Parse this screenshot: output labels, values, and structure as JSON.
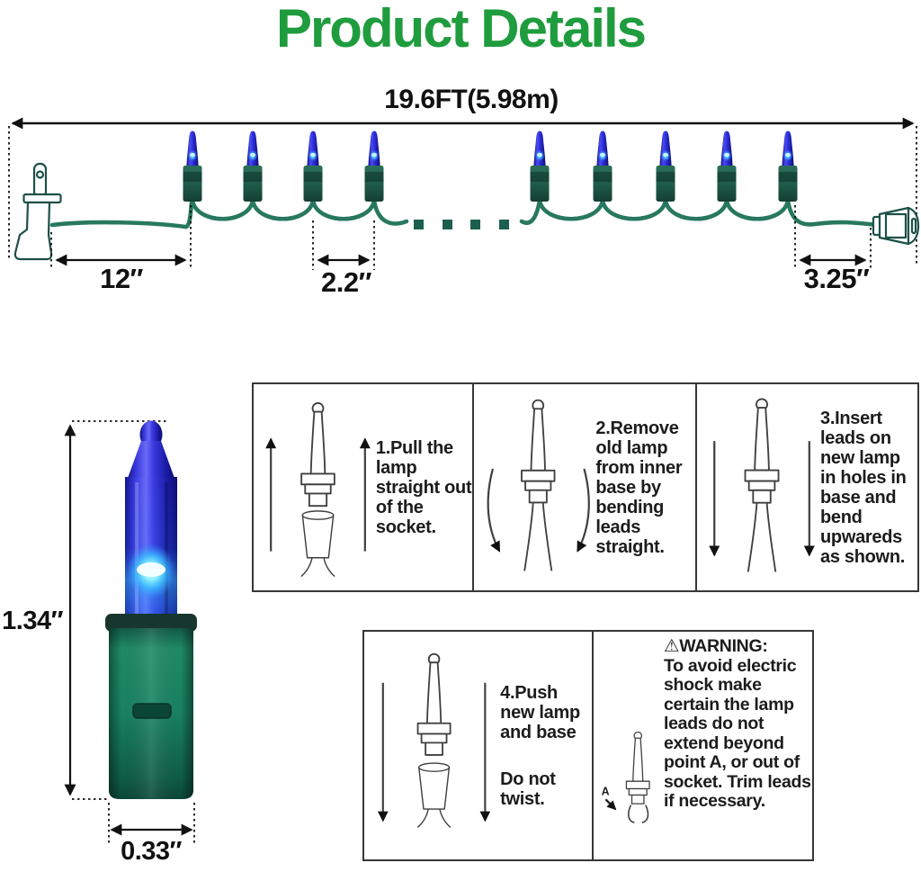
{
  "title": "Product Details",
  "diagram": {
    "total_length": "19.6FT(5.98m)",
    "plug_to_first_bulb": "12″",
    "bulb_spacing": "2.2″",
    "last_bulb_to_end": "3.25″"
  },
  "bulb_detail": {
    "height": "1.34″",
    "width": "0.33″"
  },
  "steps": [
    {
      "text": "1.Pull the lamp straight out of the socket."
    },
    {
      "text": "2.Remove old lamp from inner base by bending leads straight."
    },
    {
      "text": "3.Insert leads on new lamp in holes in base and bend upwareds as shown."
    },
    {
      "text": "4.Push new lamp and base",
      "text2": "Do not twist."
    }
  ],
  "warning": {
    "icon": "⚠",
    "title": "WARNING:",
    "body": "To avoid electric shock make certain the lamp leads do not extend beyond point A, or out of socket. Trim leads if necessary.",
    "point_label": "A"
  },
  "colors": {
    "title_green": "#1f9c3d",
    "wire_green": "#27785f",
    "bulb_blue": "#2b2bd4",
    "glow_cyan": "#8ff0ff",
    "outline_teal": "#1d5048"
  }
}
